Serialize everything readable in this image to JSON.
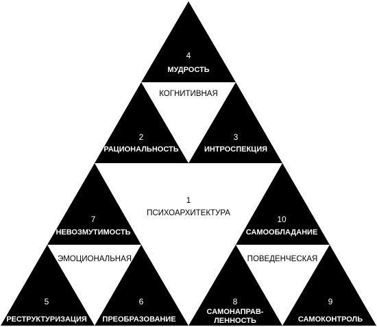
{
  "center": {
    "number": "1",
    "name": "ПСИХОАРХИТЕКТУРА"
  },
  "cognitive": {
    "label": "КОГНИТИВНАЯ",
    "top": {
      "number": "4",
      "name": "МУДРОСТЬ"
    },
    "left": {
      "number": "2",
      "name": "РАЦИОНАЛЬНОСТЬ"
    },
    "right": {
      "number": "3",
      "name": "ИНТРОСПЕКЦИЯ"
    }
  },
  "emotional": {
    "label": "ЭМОЦИОНАЛЬНАЯ",
    "top": {
      "number": "7",
      "name": "НЕВОЗМУТИМОСТЬ"
    },
    "left": {
      "number": "5",
      "name": "РЕСТРУКТУРИЗАЦИЯ"
    },
    "right": {
      "number": "6",
      "name": "ПРЕОБРАЗОВАНИЕ"
    }
  },
  "behavioral": {
    "label": "ПОВЕДЕНЧЕСКАЯ",
    "top": {
      "number": "10",
      "name": "САМООБЛАДАНИЕ"
    },
    "left": {
      "number": "8",
      "name_line1": "САМОНАПРАВ-",
      "name_line2": "ЛЕННОСТЬ"
    },
    "right": {
      "number": "9",
      "name": "САМОКОНТРОЛЬ"
    }
  }
}
